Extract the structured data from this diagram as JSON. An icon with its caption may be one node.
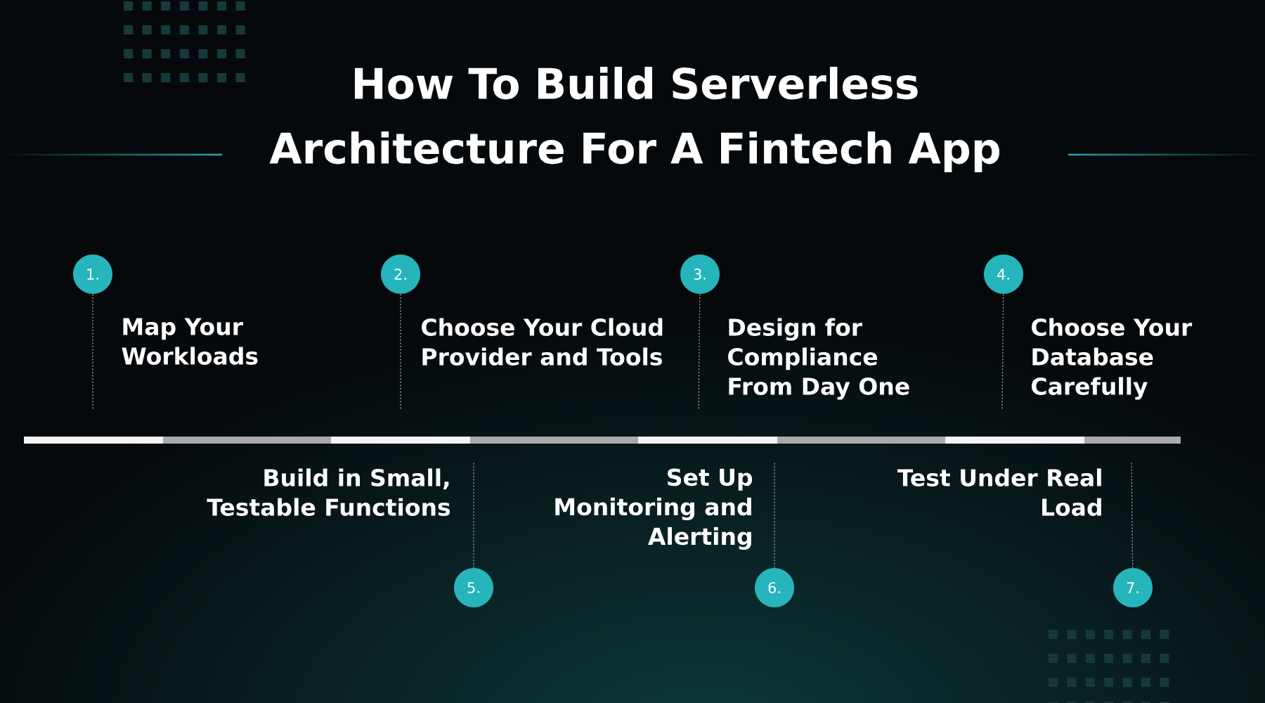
{
  "diagram": {
    "title": "How To Build Serverless Architecture For A Fintech App",
    "nodes": [
      {
        "text": [
          "1."
        ],
        "beside": [
          "Map Your Workloads"
        ]
      },
      {
        "text": [
          "2."
        ],
        "beside": [
          "Choose Your Cloud Provider and Tools"
        ]
      },
      {
        "text": [
          "3."
        ],
        "beside": [
          "Design for Compliance From Day One"
        ]
      },
      {
        "text": [
          "4."
        ],
        "beside": [
          "Choose Your Database Carefully"
        ]
      },
      {
        "text": [
          "5."
        ],
        "beside": [
          "Build in Small, Testable Functions"
        ]
      },
      {
        "text": [
          "6."
        ],
        "beside": [
          "Set Up Monitoring and Alerting"
        ]
      },
      {
        "text": [
          "7."
        ],
        "beside": [
          "Test Under Real Load"
        ]
      }
    ],
    "edges": [
      {
        "from": 0,
        "to": null,
        "arrow": "none",
        "style": "dashed"
      },
      {
        "from": 1,
        "to": null,
        "arrow": "none",
        "style": "dashed"
      },
      {
        "from": 2,
        "to": null,
        "arrow": "none",
        "style": "dashed"
      },
      {
        "from": 3,
        "to": null,
        "arrow": "none",
        "style": "dashed"
      },
      {
        "from": 4,
        "to": null,
        "arrow": "none",
        "style": "dashed"
      },
      {
        "from": 5,
        "to": null,
        "arrow": "none",
        "style": "dashed"
      },
      {
        "from": 6,
        "to": null,
        "arrow": "none",
        "style": "dashed"
      }
    ]
  }
}
